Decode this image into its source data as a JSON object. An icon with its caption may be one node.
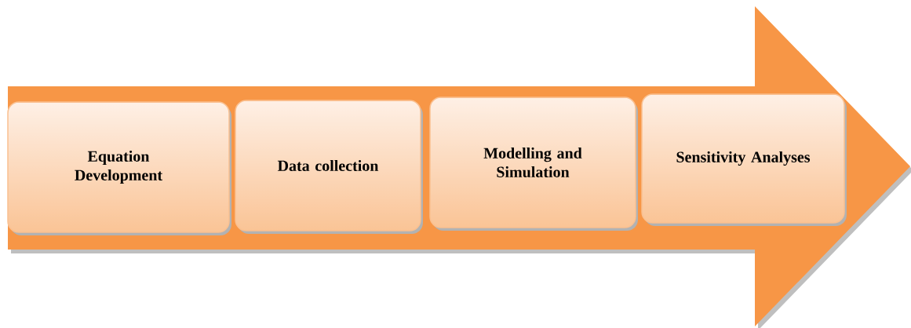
{
  "diagram": {
    "nodes": [
      {
        "text": [],
        "shape": "arrow"
      },
      {
        "text": [
          "Equation Development"
        ],
        "in": 0
      },
      {
        "text": [
          "Data collection"
        ],
        "in": 0
      },
      {
        "text": [
          "Modelling and Simulation"
        ],
        "in": 0
      },
      {
        "text": [
          "Sensitivity Analyses"
        ],
        "in": 0
      }
    ],
    "edges": []
  }
}
